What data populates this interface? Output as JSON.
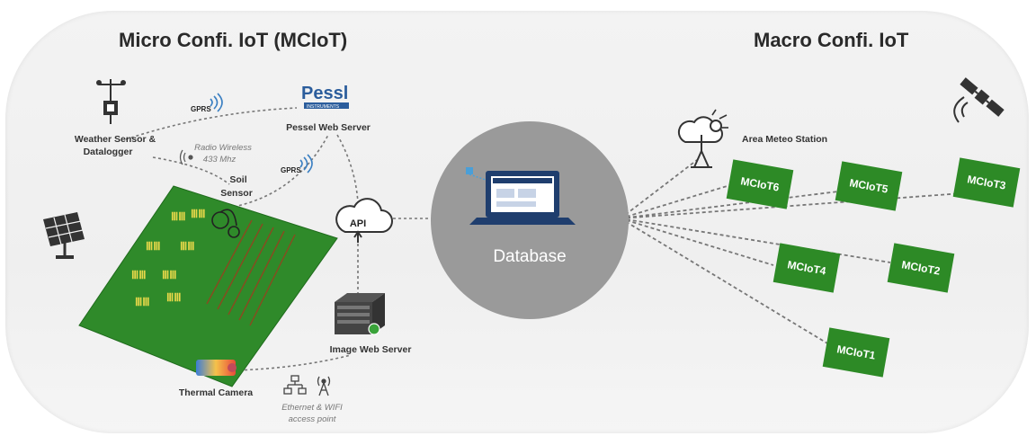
{
  "titles": {
    "micro": "Micro Confi. IoT (MCIoT)",
    "macro": "Macro Confi. IoT"
  },
  "micro": {
    "weather_sensor": "Weather Sensor &",
    "weather_sensor_2": "Datalogger",
    "gprs_1": "GPRS",
    "gprs_2": "GPRS",
    "pessl_logo": "Pessl",
    "pessl_logo_sub": "INSTRUMENTS",
    "pessel_server": "Pessel Web Server",
    "radio_1": "Radio Wireless",
    "radio_2": "433 Mhz",
    "soil_1": "Soil",
    "soil_2": "Sensor",
    "api": "API",
    "image_server": "Image Web Server",
    "thermal_camera": "Thermal Camera",
    "ethernet_1": "Ethernet & WIFI",
    "ethernet_2": "access point"
  },
  "center": {
    "database": "Database"
  },
  "macro": {
    "area_meteo": "Area Meteo Station",
    "nodes": [
      "MCIoT6",
      "MCIoT5",
      "MCIoT3",
      "MCIoT4",
      "MCIoT2",
      "MCIoT1"
    ]
  },
  "colors": {
    "field_green": "#2f8a2a",
    "node_green": "#2d8a26",
    "database_circle": "#9a9a9a",
    "screen_blue": "#1f3e6e"
  },
  "icons": [
    "weather-station-icon",
    "wifi-signal-icon",
    "satellite-icon",
    "solar-panel-icon",
    "cloud-icon",
    "server-icon",
    "network-icon",
    "antenna-icon",
    "camera-icon",
    "laptop-icon",
    "soil-sensor-icon"
  ]
}
